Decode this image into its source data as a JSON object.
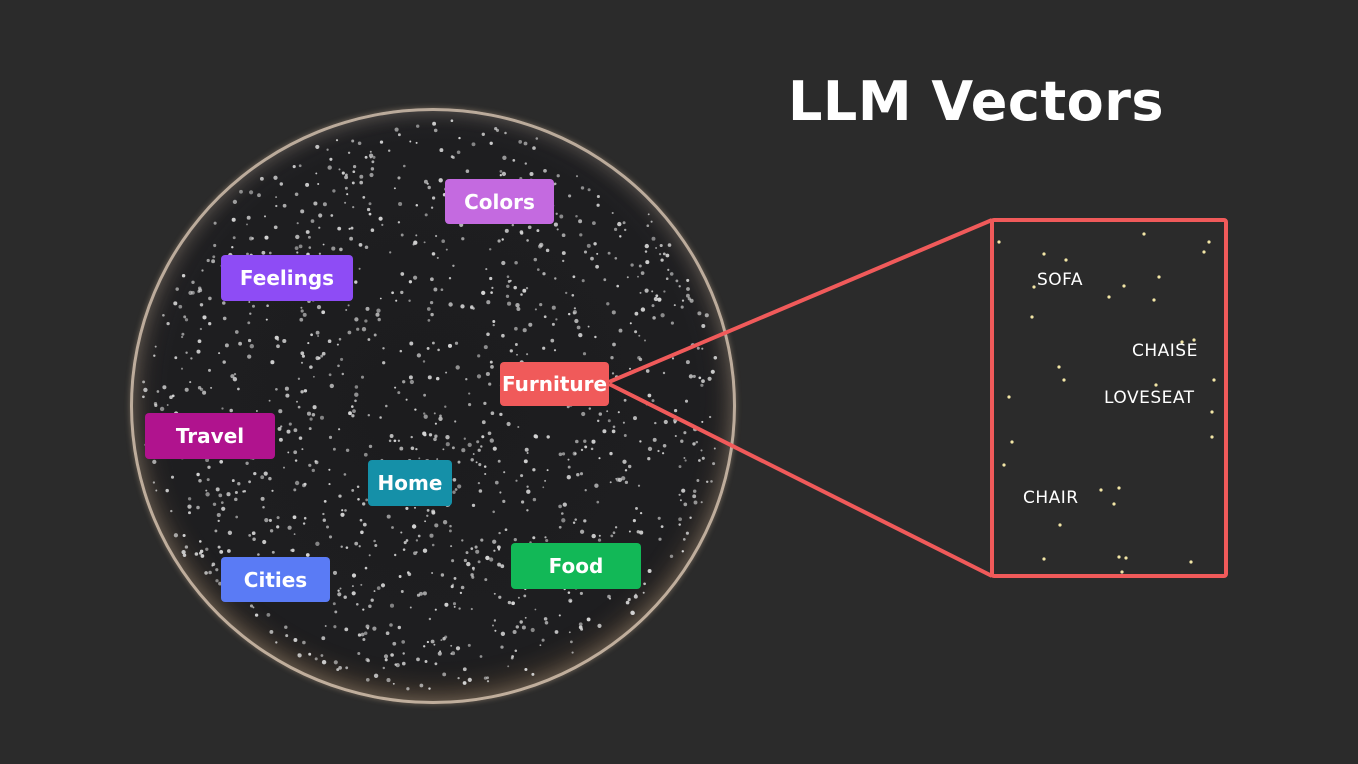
{
  "title": "LLM Vectors",
  "colors": {
    "background": "#2b2b2b",
    "sphere": "#1e1e20",
    "particle": "#d4d4d4",
    "zoom_border": "#f05a5a",
    "zoom_dot": "#f2e6a6"
  },
  "categories": [
    {
      "id": "colors",
      "label": "Colors",
      "color": "#c46ae0"
    },
    {
      "id": "feelings",
      "label": "Feelings",
      "color": "#8e4cf5"
    },
    {
      "id": "furniture",
      "label": "Furniture",
      "color": "#f05a5a"
    },
    {
      "id": "travel",
      "label": "Travel",
      "color": "#b0138e"
    },
    {
      "id": "home",
      "label": "Home",
      "color": "#1590a8"
    },
    {
      "id": "cities",
      "label": "Cities",
      "color": "#5a7bf5"
    },
    {
      "id": "food",
      "label": "Food",
      "color": "#12b857"
    }
  ],
  "zoom": {
    "words": [
      "SOFA",
      "CHAISE",
      "LOVESEAT",
      "CHAIR"
    ]
  }
}
